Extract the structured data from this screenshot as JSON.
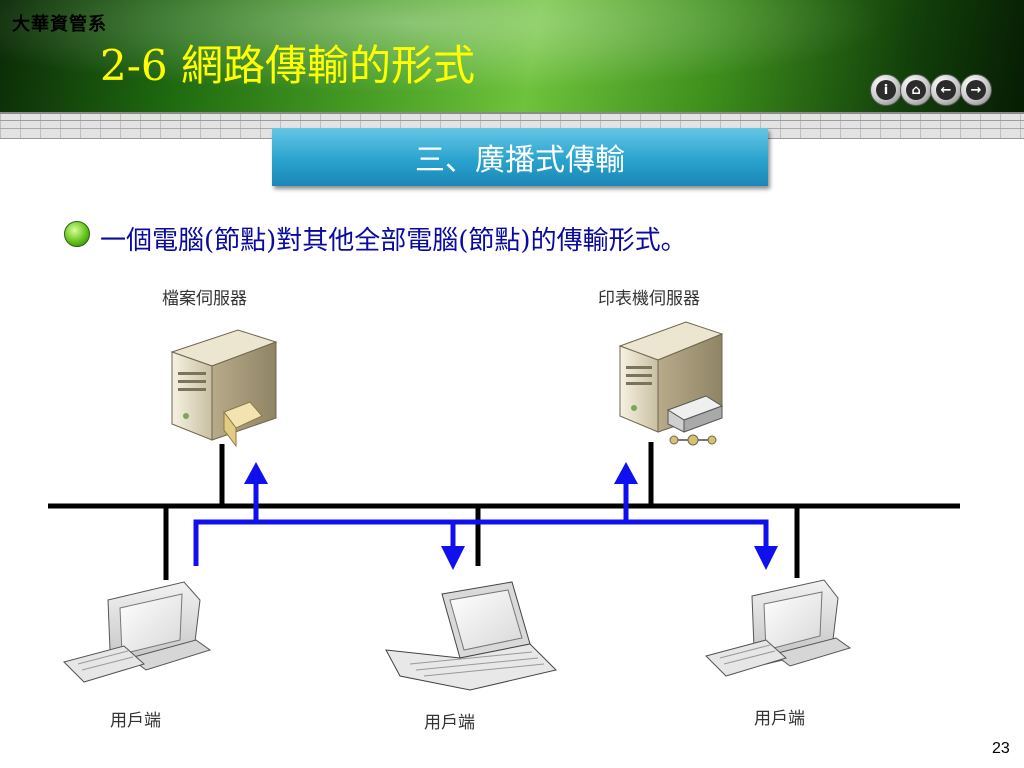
{
  "header": {
    "dept": "大華資管系",
    "title": "2-6  網路傳輸的形式",
    "nav_buttons": [
      "i",
      "⌂",
      "←",
      "→"
    ]
  },
  "subtitle": "三、廣播式傳輸",
  "bullet_text": "一個電腦(節點)對其他全部電腦(節點)的傳輸形式。",
  "diagram": {
    "file_server_label": "檔案伺服器",
    "print_server_label": "印表機伺服器",
    "client_labels": [
      "用戶端",
      "用戶端",
      "用戶端"
    ],
    "colors": {
      "bus": "#000000",
      "signal": "#1010ee"
    }
  },
  "page_number": "23"
}
